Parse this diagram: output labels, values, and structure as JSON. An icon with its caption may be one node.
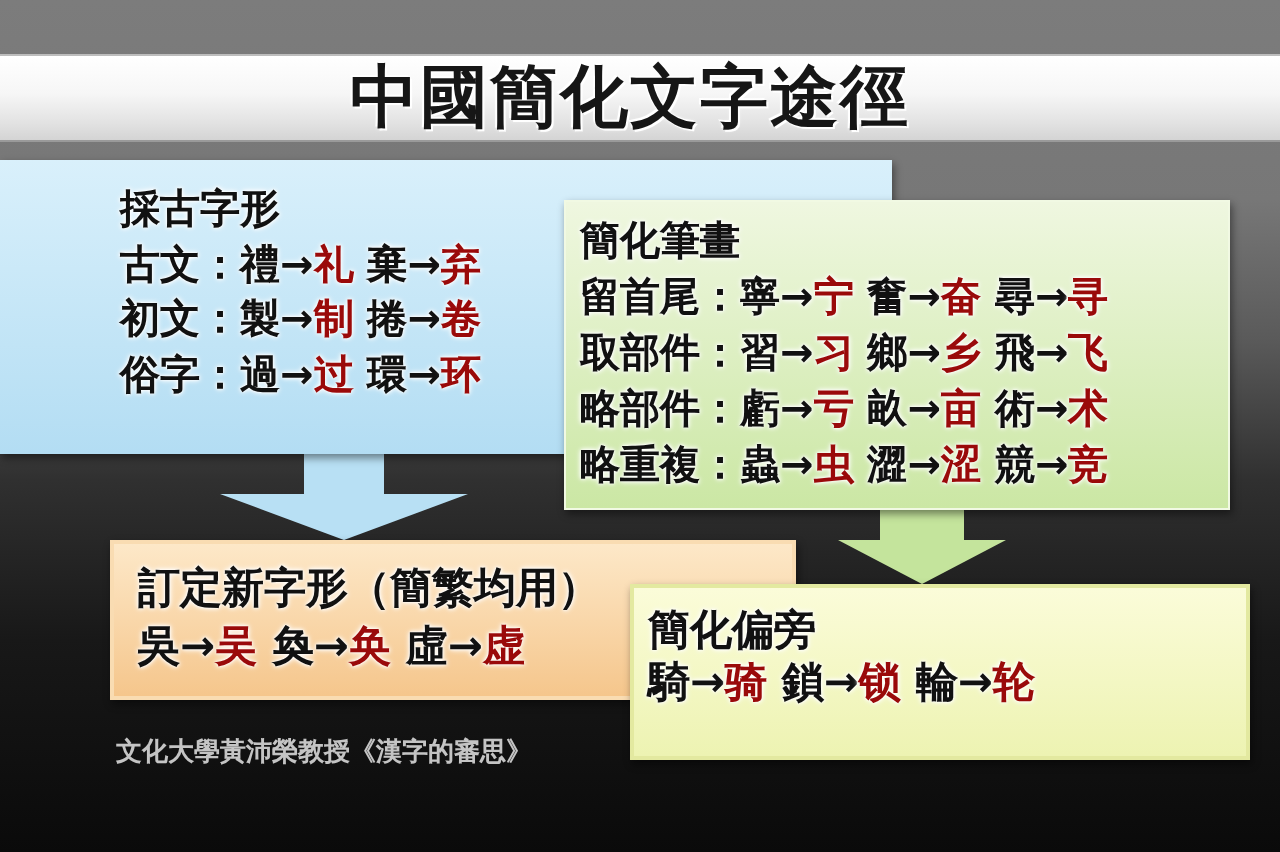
{
  "diagram": {
    "title": "中國簡化文字途徑",
    "nodes": [
      {
        "text": [
          "採古字形",
          "古文：禮→**礼** 棄→**弃**",
          "初文：製→**制** 捲→**卷**",
          "俗字：過→**过** 環→**环**"
        ]
      },
      {
        "text": [
          "簡化筆畫",
          "留首尾：寧→**宁** 奮→**奋** 尋→**寻**",
          "取部件：習→**习** 鄉→**乡** 飛→**飞**",
          "略部件：虧→**亏** 畝→**亩** 術→**术**",
          "略重複：蟲→**虫** 澀→**涩** 競→**竞**"
        ]
      },
      {
        "text": [
          "訂定新字形（簡繁均用）",
          "吳→**吴** 奐→**奂** 虛→**虚**"
        ]
      },
      {
        "text": [
          "簡化偏旁",
          "騎→**骑** 鎖→**锁** 輪→**轮**"
        ]
      }
    ],
    "edges": [
      {
        "from": 0,
        "to": 2,
        "arrow": "to",
        "color": "#b8e0f4"
      },
      {
        "from": 1,
        "to": 3,
        "arrow": "to",
        "color": "#c4e49c"
      }
    ],
    "labels": [
      "文化大學黃沛榮教授《漢字的審思》"
    ]
  }
}
